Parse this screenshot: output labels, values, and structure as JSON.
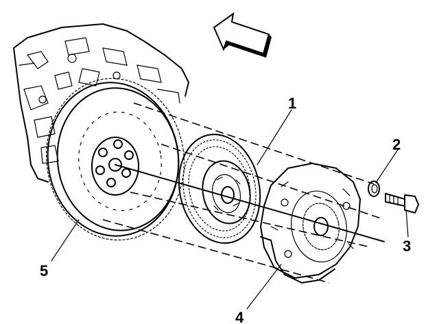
{
  "diagram": {
    "callouts": [
      {
        "id": "1",
        "label": "1"
      },
      {
        "id": "2",
        "label": "2"
      },
      {
        "id": "3",
        "label": "3"
      },
      {
        "id": "4",
        "label": "4"
      },
      {
        "id": "5",
        "label": "5"
      }
    ],
    "direction_arrow": "arrow-icon",
    "line_color": "#000000",
    "background_color": "#ffffff"
  }
}
